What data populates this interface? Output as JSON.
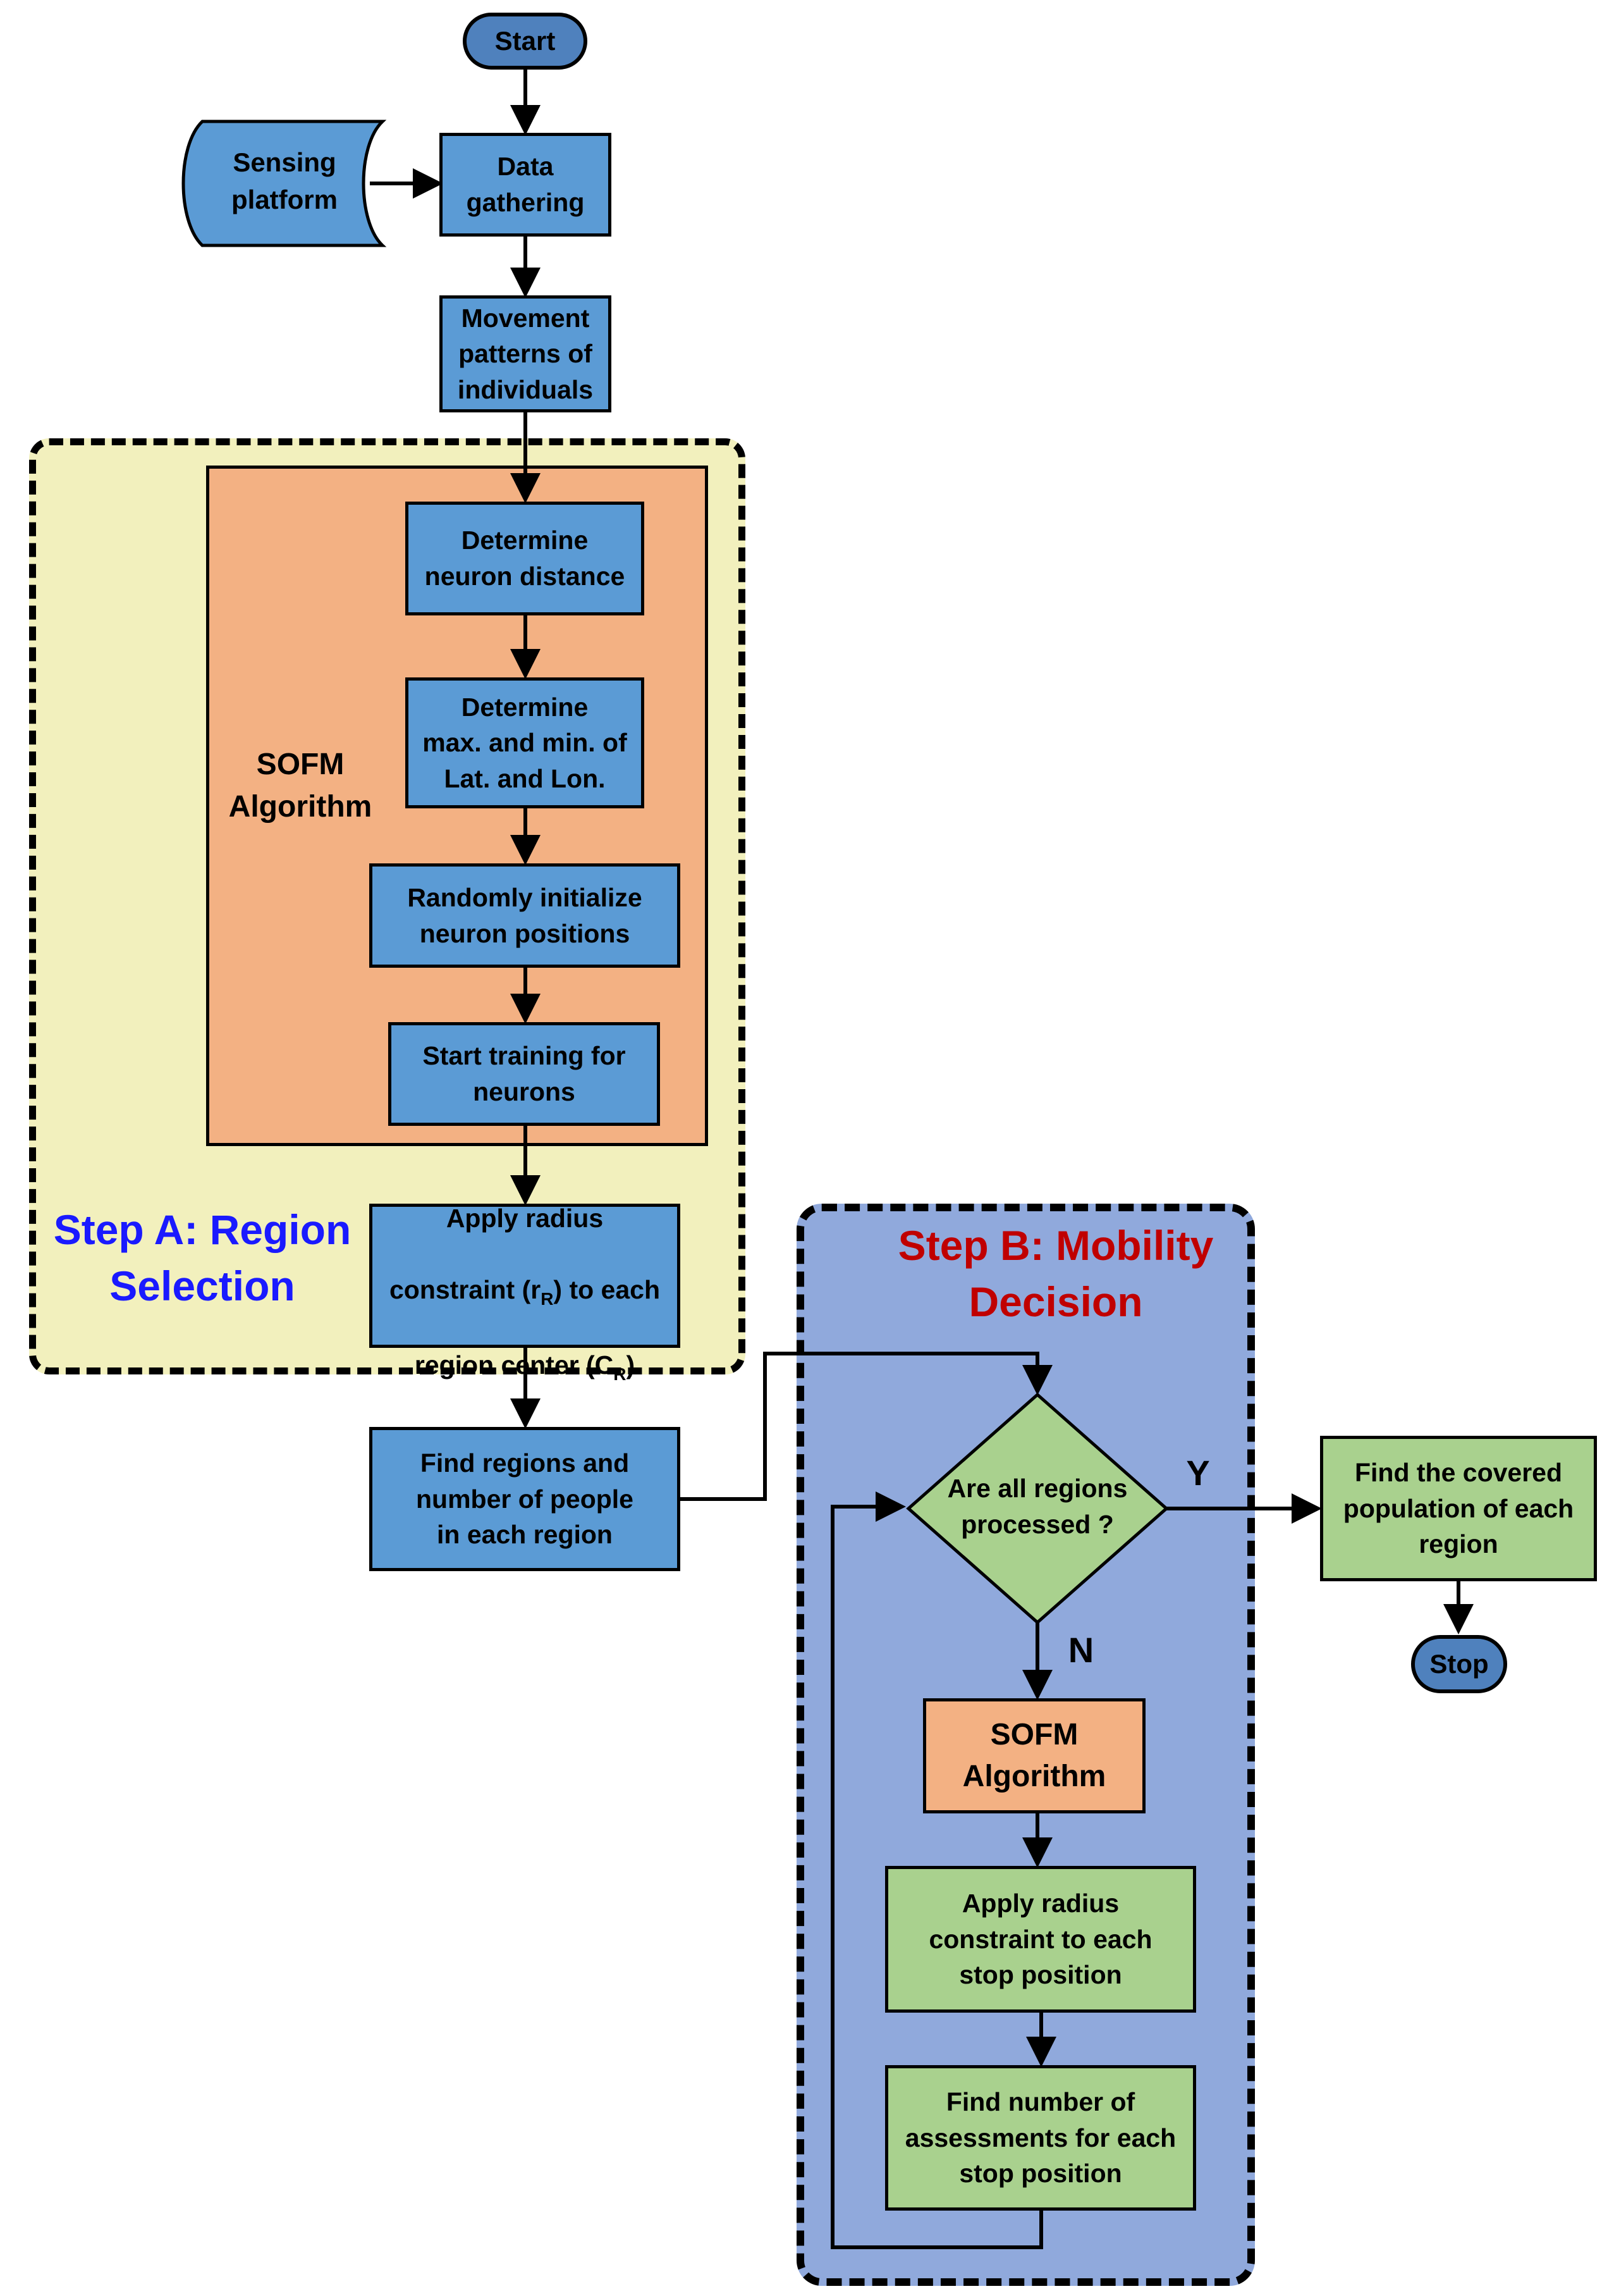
{
  "colors": {
    "process_blue": "#5b9bd5",
    "terminal_blue": "#4f81bd",
    "decision_green": "#a9d18e",
    "algorithm_orange": "#f3b183",
    "step_a_background": "#f2f0bd",
    "step_b_background": "#90a9dc",
    "step_a_title": "#1a1aff",
    "step_b_title": "#c00000"
  },
  "nodes": {
    "start": "Start",
    "sensing_platform": "Sensing\nplatform",
    "data_gathering": "Data\ngathering",
    "movement_patterns": "Movement\npatterns of\nindividuals",
    "determine_neuron_distance": "Determine\nneuron distance",
    "determine_max_min": "Determine\nmax. and min. of\nLat. and Lon.",
    "randomly_initialize": "Randomly initialize\nneuron positions",
    "start_training": "Start training for\nneurons",
    "apply_radius_region": {
      "line1": "Apply radius",
      "line2_prefix": "constraint (r",
      "line2_sub": "R",
      "line2_suffix": ") to each",
      "line3_prefix": "region center (C",
      "line3_sub": "R",
      "line3_suffix": ")"
    },
    "find_regions": "Find regions and\nnumber of people\nin each region",
    "decision": "Are all regions\nprocessed ?",
    "find_covered_population": "Find the covered\npopulation of each\nregion",
    "stop": "Stop",
    "sofm_algorithm_b": "SOFM\nAlgorithm",
    "apply_radius_stop": "Apply radius\nconstraint to each\nstop position",
    "find_assessments": "Find number of\nassessments for each\nstop position"
  },
  "labels": {
    "sofm_algorithm_a": "SOFM\nAlgorithm",
    "step_a": "Step A: Region\nSelection",
    "step_b": "Step B: Mobility\nDecision",
    "yes": "Y",
    "no": "N"
  }
}
